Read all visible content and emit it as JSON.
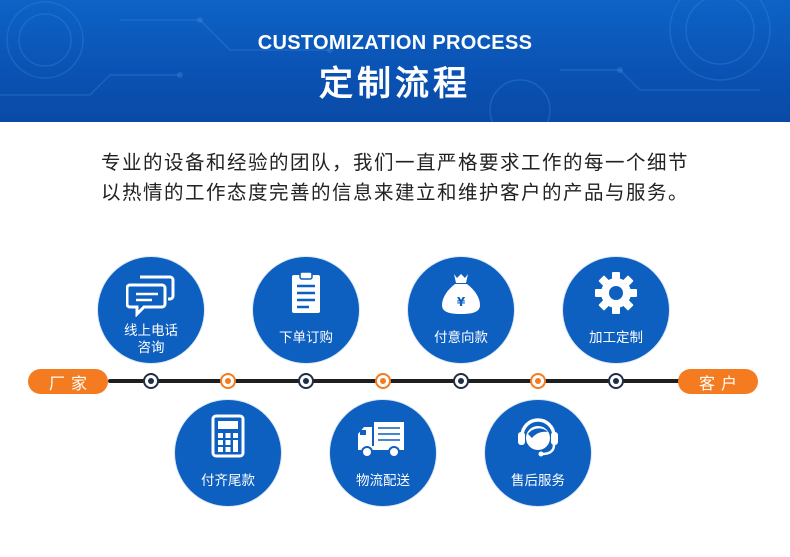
{
  "banner": {
    "title_en": "CUSTOMIZATION PROCESS",
    "title_cn": "定制流程"
  },
  "description": {
    "line1": "专业的设备和经验的团队，我们一直严格要求工作的每一个细节",
    "line2": "以热情的工作态度完善的信息来建立和维护客户的产品与服务。"
  },
  "timeline": {
    "start_label": "厂家",
    "end_label": "客户"
  },
  "steps": {
    "consult": {
      "label_line1": "线上电话",
      "label_line2": "咨询",
      "icon": "chat-icon"
    },
    "order": {
      "label": "下单订购",
      "icon": "clipboard-icon"
    },
    "deposit": {
      "label": "付意向款",
      "icon": "money-bag-icon"
    },
    "custom": {
      "label": "加工定制",
      "icon": "gear-icon"
    },
    "balance": {
      "label": "付齐尾款",
      "icon": "calculator-icon"
    },
    "logistics": {
      "label": "物流配送",
      "icon": "truck-icon"
    },
    "aftersales": {
      "label": "售后服务",
      "icon": "headset-icon"
    }
  },
  "colors": {
    "banner_blue": "#0a52b3",
    "circle_blue": "#0d5fc0",
    "accent_orange": "#f47b20",
    "timeline_dark": "#1f1f1f"
  }
}
